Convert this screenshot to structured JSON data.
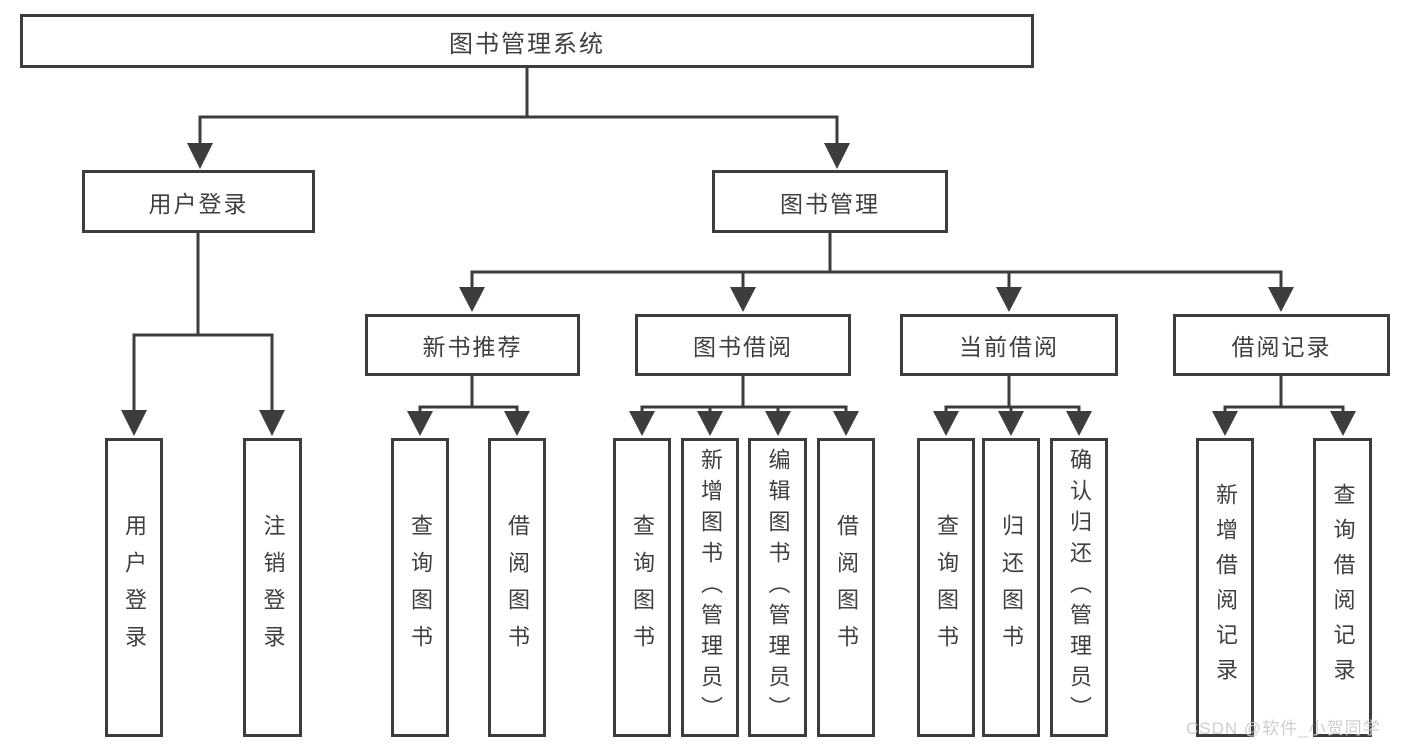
{
  "colors": {
    "background": "#ffffff",
    "line": "#3d3d3d",
    "box_border": "#3d3d3d",
    "box_fill": "#ffffff",
    "text": "#3f3f3f",
    "watermark": "#cbcbcb"
  },
  "watermark": {
    "text": "CSDN @软件_小贺同学"
  },
  "tree": {
    "label": "图书管理系统",
    "children": [
      {
        "label": "用户登录",
        "children": [
          {
            "label": "用户登录"
          },
          {
            "label": "注销登录"
          }
        ]
      },
      {
        "label": "图书管理",
        "children": [
          {
            "label": "新书推荐",
            "children": [
              {
                "label": "查询图书"
              },
              {
                "label": "借阅图书"
              }
            ]
          },
          {
            "label": "图书借阅",
            "children": [
              {
                "label": "查询图书"
              },
              {
                "label": "新增图书（管理员）"
              },
              {
                "label": "编辑图书（管理员）"
              },
              {
                "label": "借阅图书"
              }
            ]
          },
          {
            "label": "当前借阅",
            "children": [
              {
                "label": "查询图书"
              },
              {
                "label": "归还图书"
              },
              {
                "label": "确认归还（管理员）"
              }
            ]
          },
          {
            "label": "借阅记录",
            "children": [
              {
                "label": "新增借阅记录"
              },
              {
                "label": "查询借阅记录"
              }
            ]
          }
        ]
      }
    ]
  }
}
